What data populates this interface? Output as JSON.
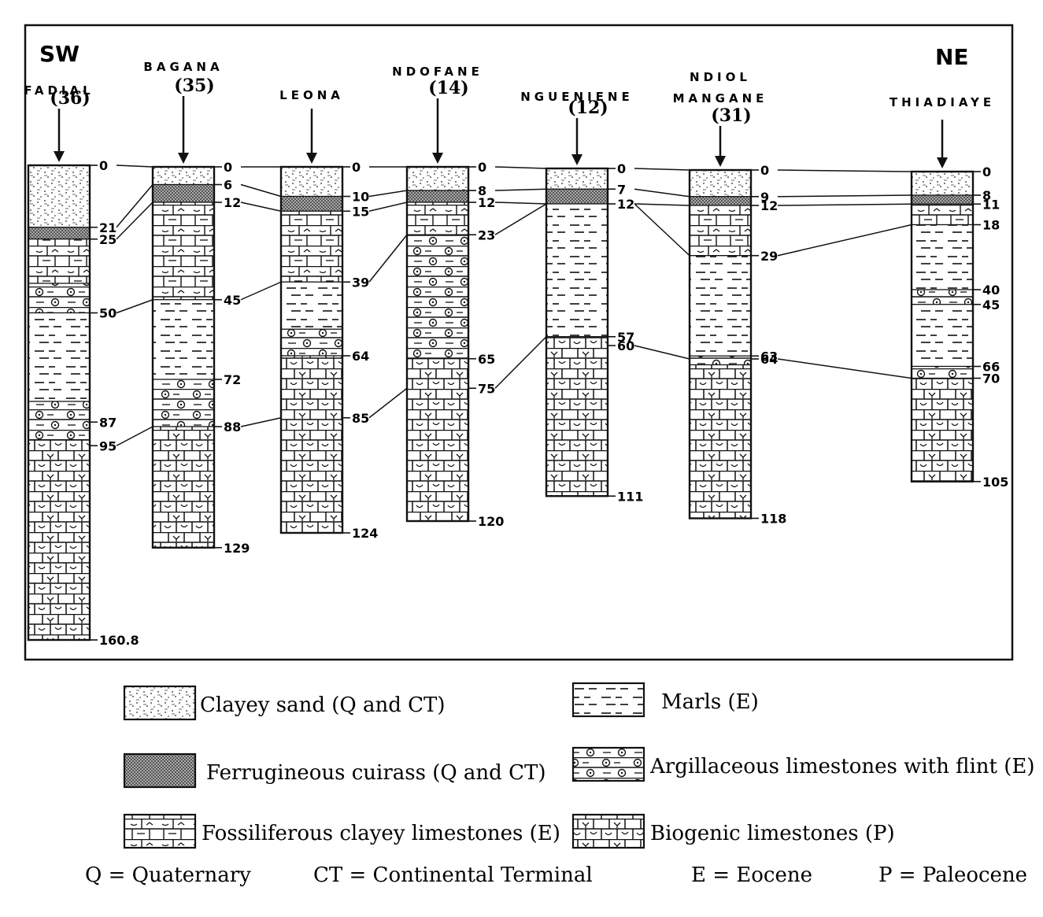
{
  "orientation": {
    "left": "SW",
    "right": "NE"
  },
  "wells": [
    {
      "name": "FADIAL",
      "number": "(36)",
      "total_depth": 160.8,
      "total_label": "160.8",
      "layers": [
        [
          "clayey_sand",
          0,
          21
        ],
        [
          "cuirass",
          21,
          25
        ],
        [
          "fossiliferous",
          25,
          40
        ],
        [
          "argillaceous_flint",
          40,
          50
        ],
        [
          "marls",
          50,
          80
        ],
        [
          "argillaceous_flint",
          80,
          93
        ],
        [
          "biogenic",
          93,
          160.8
        ]
      ],
      "labels": [
        [
          "0",
          0
        ],
        [
          "21",
          21
        ],
        [
          "25",
          25
        ],
        [
          "50",
          50
        ],
        [
          "87",
          87
        ],
        [
          "95",
          95
        ],
        [
          "160.8",
          160.8
        ]
      ]
    },
    {
      "name": "BAGANA",
      "number": "(35)",
      "total_depth": 129,
      "total_label": "129",
      "layers": [
        [
          "clayey_sand",
          0,
          6
        ],
        [
          "cuirass",
          6,
          12
        ],
        [
          "fossiliferous",
          12,
          45
        ],
        [
          "marls",
          45,
          72
        ],
        [
          "argillaceous_flint",
          72,
          88
        ],
        [
          "biogenic",
          88,
          129
        ]
      ],
      "labels": [
        [
          "0",
          0
        ],
        [
          "6",
          6
        ],
        [
          "12",
          12
        ],
        [
          "45",
          45
        ],
        [
          "72",
          72
        ],
        [
          "88",
          88
        ],
        [
          "129",
          129
        ]
      ]
    },
    {
      "name": "LEONA",
      "number": "",
      "total_depth": 124,
      "total_label": "124",
      "layers": [
        [
          "clayey_sand",
          0,
          10
        ],
        [
          "cuirass",
          10,
          15
        ],
        [
          "fossiliferous",
          15,
          39
        ],
        [
          "marls",
          39,
          55
        ],
        [
          "argillaceous_flint",
          55,
          64
        ],
        [
          "biogenic",
          64,
          124
        ]
      ],
      "labels": [
        [
          "0",
          0
        ],
        [
          "10",
          10
        ],
        [
          "15",
          15
        ],
        [
          "39",
          39
        ],
        [
          "64",
          64
        ],
        [
          "85",
          85
        ],
        [
          "124",
          124
        ]
      ]
    },
    {
      "name": "NDOFANE",
      "number": "(14)",
      "total_depth": 120,
      "total_label": "120",
      "layers": [
        [
          "clayey_sand",
          0,
          8
        ],
        [
          "cuirass",
          8,
          12
        ],
        [
          "fossiliferous",
          12,
          23
        ],
        [
          "argillaceous_flint",
          23,
          65
        ],
        [
          "biogenic",
          65,
          120
        ]
      ],
      "labels": [
        [
          "0",
          0
        ],
        [
          "8",
          8
        ],
        [
          "12",
          12
        ],
        [
          "23",
          23
        ],
        [
          "65",
          65
        ],
        [
          "75",
          75
        ],
        [
          "120",
          120
        ]
      ]
    },
    {
      "name": "NGUENIENE",
      "number": "(12)",
      "total_depth": 111,
      "total_label": "111",
      "layers": [
        [
          "clayey_sand",
          0,
          7
        ],
        [
          "cuirass",
          7,
          12
        ],
        [
          "marls",
          12,
          57
        ],
        [
          "biogenic",
          57,
          111
        ]
      ],
      "labels": [
        [
          "0",
          0
        ],
        [
          "7",
          7
        ],
        [
          "12",
          12
        ],
        [
          "57",
          57
        ],
        [
          "60",
          60
        ],
        [
          "111",
          111
        ]
      ]
    },
    {
      "name": "NDIOL MANGANE",
      "number": "(31)",
      "total_depth": 118,
      "total_label": "118",
      "layers": [
        [
          "clayey_sand",
          0,
          9
        ],
        [
          "cuirass",
          9,
          12
        ],
        [
          "fossiliferous",
          12,
          29
        ],
        [
          "marls",
          29,
          63
        ],
        [
          "argillaceous_flint",
          63,
          66
        ],
        [
          "biogenic",
          66,
          118
        ]
      ],
      "labels": [
        [
          "0",
          0
        ],
        [
          "9",
          9
        ],
        [
          "12",
          12
        ],
        [
          "29",
          29
        ],
        [
          "63",
          63
        ],
        [
          "64",
          64
        ],
        [
          "118",
          118
        ]
      ]
    },
    {
      "name": "THIADIAYE",
      "number": "",
      "total_depth": 105,
      "total_label": "105",
      "layers": [
        [
          "clayey_sand",
          0,
          8
        ],
        [
          "cuirass",
          8,
          11
        ],
        [
          "fossiliferous",
          11,
          18
        ],
        [
          "marls",
          18,
          40
        ],
        [
          "argillaceous_flint",
          40,
          45
        ],
        [
          "marls",
          45,
          66
        ],
        [
          "argillaceous_flint",
          66,
          70
        ],
        [
          "biogenic",
          70,
          105
        ]
      ],
      "labels": [
        [
          "0",
          0
        ],
        [
          "8",
          8
        ],
        [
          "11",
          11
        ],
        [
          "18",
          18
        ],
        [
          "40",
          40
        ],
        [
          "45",
          45
        ],
        [
          "66",
          66
        ],
        [
          "70",
          70
        ],
        [
          "105",
          105
        ]
      ]
    }
  ],
  "correlations": [
    [
      [
        0,
        0
      ],
      [
        1,
        0
      ]
    ],
    [
      [
        1,
        0
      ],
      [
        2,
        0
      ]
    ],
    [
      [
        2,
        0
      ],
      [
        3,
        0
      ]
    ],
    [
      [
        3,
        0
      ],
      [
        4,
        0
      ]
    ],
    [
      [
        4,
        0
      ],
      [
        5,
        0
      ]
    ],
    [
      [
        5,
        0
      ],
      [
        6,
        0
      ]
    ],
    [
      [
        0,
        21
      ],
      [
        1,
        6
      ]
    ],
    [
      [
        0,
        25
      ],
      [
        1,
        12
      ]
    ],
    [
      [
        1,
        6
      ],
      [
        2,
        10
      ]
    ],
    [
      [
        1,
        12
      ],
      [
        2,
        15
      ]
    ],
    [
      [
        2,
        10
      ],
      [
        3,
        8
      ]
    ],
    [
      [
        2,
        15
      ],
      [
        3,
        12
      ]
    ],
    [
      [
        3,
        8
      ],
      [
        4,
        7
      ]
    ],
    [
      [
        3,
        12
      ],
      [
        4,
        12
      ]
    ],
    [
      [
        4,
        7
      ],
      [
        5,
        9
      ]
    ],
    [
      [
        4,
        12
      ],
      [
        5,
        12
      ]
    ],
    [
      [
        5,
        9
      ],
      [
        6,
        8
      ]
    ],
    [
      [
        5,
        12
      ],
      [
        6,
        11
      ]
    ],
    [
      [
        3,
        23
      ],
      [
        4,
        12
      ]
    ],
    [
      [
        4,
        12
      ],
      [
        5,
        29
      ]
    ],
    [
      [
        5,
        29
      ],
      [
        6,
        18
      ]
    ],
    [
      [
        0,
        50
      ],
      [
        1,
        45
      ]
    ],
    [
      [
        1,
        45
      ],
      [
        2,
        39
      ]
    ],
    [
      [
        2,
        39
      ],
      [
        3,
        23
      ]
    ],
    [
      [
        0,
        95
      ],
      [
        1,
        88
      ]
    ],
    [
      [
        1,
        88
      ],
      [
        2,
        85
      ]
    ],
    [
      [
        2,
        85
      ],
      [
        3,
        75
      ]
    ],
    [
      [
        3,
        75
      ],
      [
        4,
        57
      ]
    ],
    [
      [
        4,
        60
      ],
      [
        5,
        64
      ]
    ],
    [
      [
        5,
        64
      ],
      [
        6,
        70
      ]
    ]
  ],
  "legend": {
    "items": [
      {
        "key": "clayey_sand",
        "label": "Clayey sand (Q and CT)"
      },
      {
        "key": "marls",
        "label": "Marls (E)"
      },
      {
        "key": "cuirass",
        "label": "Ferrugineous cuirass (Q and CT)"
      },
      {
        "key": "argillaceous_flint",
        "label": "Argillaceous limestones with flint (E)"
      },
      {
        "key": "fossiliferous",
        "label": "Fossiliferous clayey limestones (E)"
      },
      {
        "key": "biogenic",
        "label": "Biogenic limestones (P)"
      }
    ],
    "abbreviations": [
      "Q = Quaternary",
      "CT = Continental Terminal",
      "E = Eocene",
      "P = Paleocene"
    ]
  }
}
